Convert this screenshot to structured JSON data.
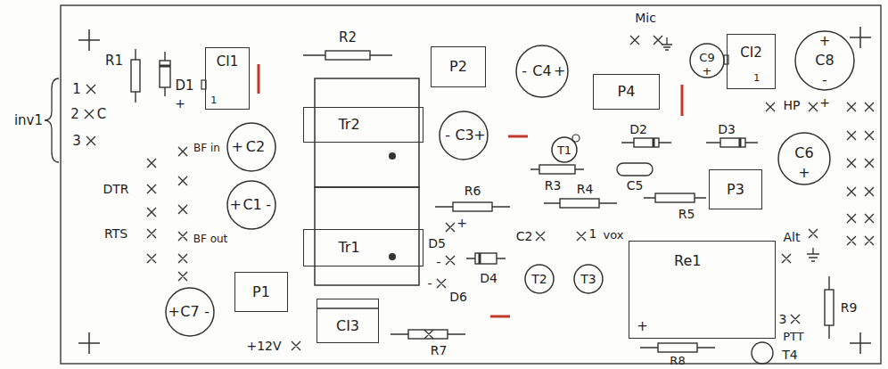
{
  "diagram": {
    "nodes": [
      {
        "text": [
          "CI1",
          "1"
        ]
      },
      {
        "text": [
          "P2"
        ]
      },
      {
        "text": [
          "-",
          "C4",
          "+"
        ]
      },
      {
        "text": [
          "P4"
        ]
      },
      {
        "text": [
          "C9",
          "+"
        ]
      },
      {
        "text": [
          "CI2",
          "1"
        ]
      },
      {
        "text": [
          "+",
          "C8",
          "-"
        ]
      },
      {
        "text": [
          "+",
          "C2"
        ]
      },
      {
        "text": [
          "Tr2"
        ]
      },
      {
        "text": [
          "-",
          "C3",
          "+"
        ]
      },
      {
        "text": [
          "T1"
        ]
      },
      {
        "text": [
          "C6",
          "+"
        ]
      },
      {
        "text": [
          "P3"
        ]
      },
      {
        "text": [
          "+",
          "C1",
          "-"
        ]
      },
      {
        "text": [
          "Tr1"
        ]
      },
      {
        "text": [
          "T2"
        ]
      },
      {
        "text": [
          "T3"
        ]
      },
      {
        "text": [
          "Re1",
          "+"
        ]
      },
      {
        "text": [
          "+",
          "C7",
          "-"
        ]
      },
      {
        "text": [
          "P1"
        ]
      },
      {
        "text": [
          "CI3"
        ]
      }
    ],
    "labels": [
      "inv1",
      "1",
      "2",
      "C",
      "3",
      "R1",
      "D1",
      "+",
      "R2",
      "Mic",
      "HP",
      "+",
      "BF in",
      "D2",
      "D3",
      "R3",
      "C5",
      "R6",
      "R4",
      "R5",
      "DTR",
      "RTS",
      "BF out",
      "+",
      "D5",
      "C2",
      "1",
      "vox",
      "Alt",
      "-",
      "D4",
      "-",
      "D6",
      "R7",
      "+12V",
      "3",
      "PTT",
      "R9",
      "R8",
      "T4"
    ]
  }
}
